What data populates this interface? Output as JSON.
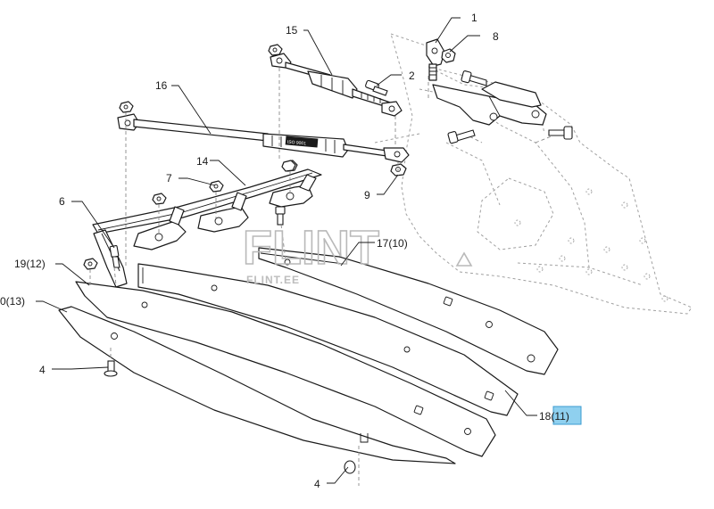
{
  "watermark": {
    "brand": "FLINT",
    "site": "FLINT.EE"
  },
  "callouts": [
    {
      "id": "c1",
      "label": "1"
    },
    {
      "id": "c2",
      "label": "2"
    },
    {
      "id": "c4a",
      "label": "4"
    },
    {
      "id": "c4b",
      "label": "4"
    },
    {
      "id": "c6",
      "label": "6"
    },
    {
      "id": "c7",
      "label": "7"
    },
    {
      "id": "c8",
      "label": "8"
    },
    {
      "id": "c9",
      "label": "9"
    },
    {
      "id": "c14",
      "label": "14"
    },
    {
      "id": "c15",
      "label": "15"
    },
    {
      "id": "c16",
      "label": "16"
    },
    {
      "id": "c17",
      "label": "17(10)"
    },
    {
      "id": "c18",
      "label": "18",
      "highlight": "(11)"
    },
    {
      "id": "c19",
      "label": "19(12)"
    },
    {
      "id": "c20",
      "label": "0(13)"
    }
  ],
  "colors": {
    "line": "#1a1a1a",
    "ghost": "#a0a0a0",
    "highlight_bg": "#8fd0ef",
    "highlight_border": "#3b9bd1"
  }
}
